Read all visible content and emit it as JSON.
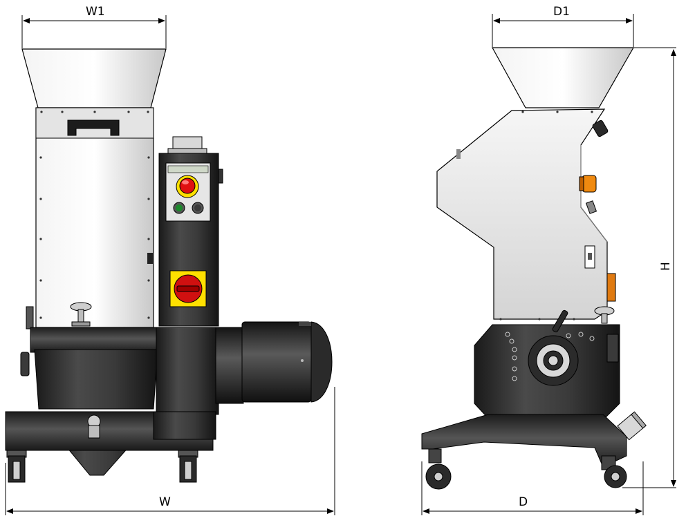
{
  "dimensions": {
    "front_hopper_width": "W1",
    "front_overall_width": "W",
    "side_hopper_depth": "D1",
    "side_overall_depth": "D",
    "overall_height": "H"
  },
  "colors": {
    "stainless": "#dcdcdc",
    "stainless_dark": "#a8a8a8",
    "body_dark": "#2a2a2a",
    "body_mid": "#3c3c3c",
    "emergency_red": "#e01010",
    "warning_yellow": "#ffe000",
    "start_green": "#1a8a2a",
    "amber_lamp": "#f08a10",
    "line": "#000000"
  },
  "icons": {
    "emergency_stop": "emergency-stop-button-icon",
    "main_switch": "main-disconnect-switch-icon",
    "start_button": "start-button-icon",
    "stop_button": "stop-button-icon",
    "caster": "caster-wheel-icon"
  }
}
